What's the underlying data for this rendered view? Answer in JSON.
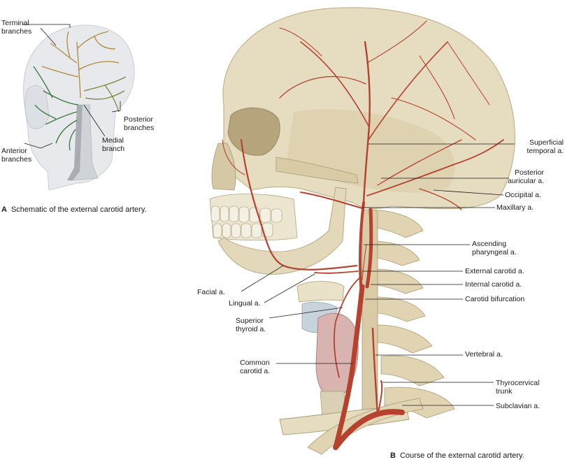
{
  "figure_a": {
    "letter": "A",
    "caption": "Schematic of the external carotid artery.",
    "labels": {
      "terminal": "Terminal\nbranches",
      "posterior": "Posterior\nbranches",
      "medial": "Medial\nbranch",
      "anterior": "Anterior\nbranches"
    }
  },
  "figure_b": {
    "letter": "B",
    "caption": "Course of the external carotid artery.",
    "labels": {
      "superficial_temporal": "Superficial\ntemporal a.",
      "posterior_auricular": "Posterior\nauricular a.",
      "occipital": "Occipital a.",
      "maxillary": "Maxillary a.",
      "ascending_pharyngeal": "Ascending\npharyngeal a.",
      "external_carotid": "External carotid a.",
      "internal_carotid": "Internal carotid a.",
      "carotid_bifurcation": "Carotid bifurcation",
      "vertebral": "Vertebral a.",
      "thyrocervical": "Thyrocervical\ntrunk",
      "subclavian": "Subclavian a.",
      "facial": "Facial a.",
      "lingual": "Lingual a.",
      "superior_thyroid": "Superior\nthyroid a.",
      "common_carotid": "Common\ncarotid a."
    }
  },
  "colors": {
    "artery": "#b5412f",
    "bone": "#e6dcc0",
    "bone_shadow": "#c9bb94",
    "thyroid": "#d9b3b0",
    "schematic_terminal": "#b08a3a",
    "schematic_posterior": "#7a8a3a",
    "schematic_anterior": "#3f7a45",
    "schematic_head": "#e4e6e8"
  }
}
